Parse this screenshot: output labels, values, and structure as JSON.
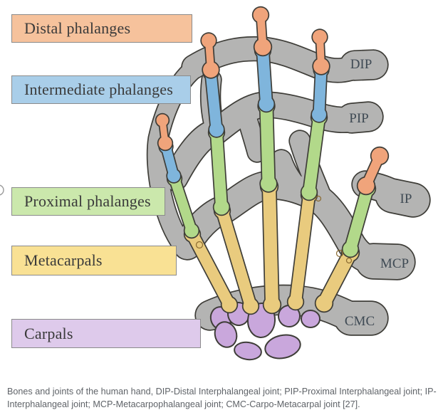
{
  "legend": {
    "items": [
      {
        "label": "Distal phalanges",
        "fill": "#f6c29c",
        "bone_color": "#f0a47b"
      },
      {
        "label": "Intermediate phalanges",
        "fill": "#a9cee9",
        "bone_color": "#7fb5dc"
      },
      {
        "label": "Proximal phalanges",
        "fill": "#cbe8ac",
        "bone_color": "#b2d98a"
      },
      {
        "label": "Metacarpals",
        "fill": "#f9e194",
        "bone_color": "#e9cb7e"
      },
      {
        "label": "Carpals",
        "fill": "#decaeb",
        "bone_color": "#c9a7dc"
      }
    ]
  },
  "joints": [
    {
      "label": "DIP"
    },
    {
      "label": "PIP"
    },
    {
      "label": "IP"
    },
    {
      "label": "MCP"
    },
    {
      "label": "CMC"
    }
  ],
  "caption": "Bones and joints of the human hand, DIP-Distal Interphalangeal joint; PIP-Proximal Interphalangeal joint; IP-Interphalangeal joint; MCP-Metacarpophalangeal joint; CMC-Carpo-Metacarpal joint [27].",
  "colors": {
    "background": "#ffffff",
    "outline": "#3e3d38",
    "band_gray": "#b4b4b3",
    "joint_label_ink": "#3f4a54",
    "legend_ink": "#3a3a3a",
    "legend_border": "#8b8b8b",
    "caption_ink": "#5f6368",
    "foramen_ink": "#8a6a30",
    "edge_artifact_gray": "#9a9a9a"
  }
}
